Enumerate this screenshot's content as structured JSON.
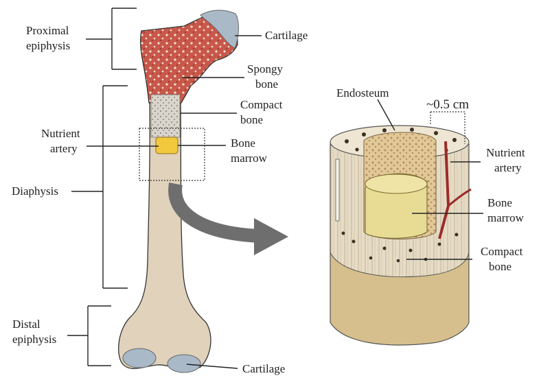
{
  "labels": {
    "proximal_epiphysis": [
      "Proximal",
      "epiphysis"
    ],
    "cartilage_top": "Cartilage",
    "spongy_bone": [
      "Spongy",
      "bone"
    ],
    "compact_bone_left": [
      "Compact",
      "bone"
    ],
    "nutrient_artery_left": [
      "Nutrient",
      "artery"
    ],
    "bone_marrow_left": [
      "Bone",
      "marrow"
    ],
    "diaphysis": "Diaphysis",
    "distal_epiphysis": [
      "Distal",
      "epiphysis"
    ],
    "cartilage_bottom": "Cartilage",
    "endosteum": "Endosteum",
    "scale": "~0.5 cm",
    "nutrient_artery_right": [
      "Nutrient",
      "artery"
    ],
    "bone_marrow_right": [
      "Bone",
      "marrow"
    ],
    "compact_bone_right": [
      "Compact",
      "bone"
    ]
  },
  "colors": {
    "shaft": "#e0d2bb",
    "spongy": "#c8584a",
    "cartilage": "#a9b9c8",
    "marrow": "#f2c93c",
    "cylinder_wall": "#e6dcc6",
    "outer_band": "#d6bf8c",
    "marrow_cylinder": "#e8dc95",
    "artery": "#9c2a2a",
    "arrow": "#6e6e6e"
  }
}
